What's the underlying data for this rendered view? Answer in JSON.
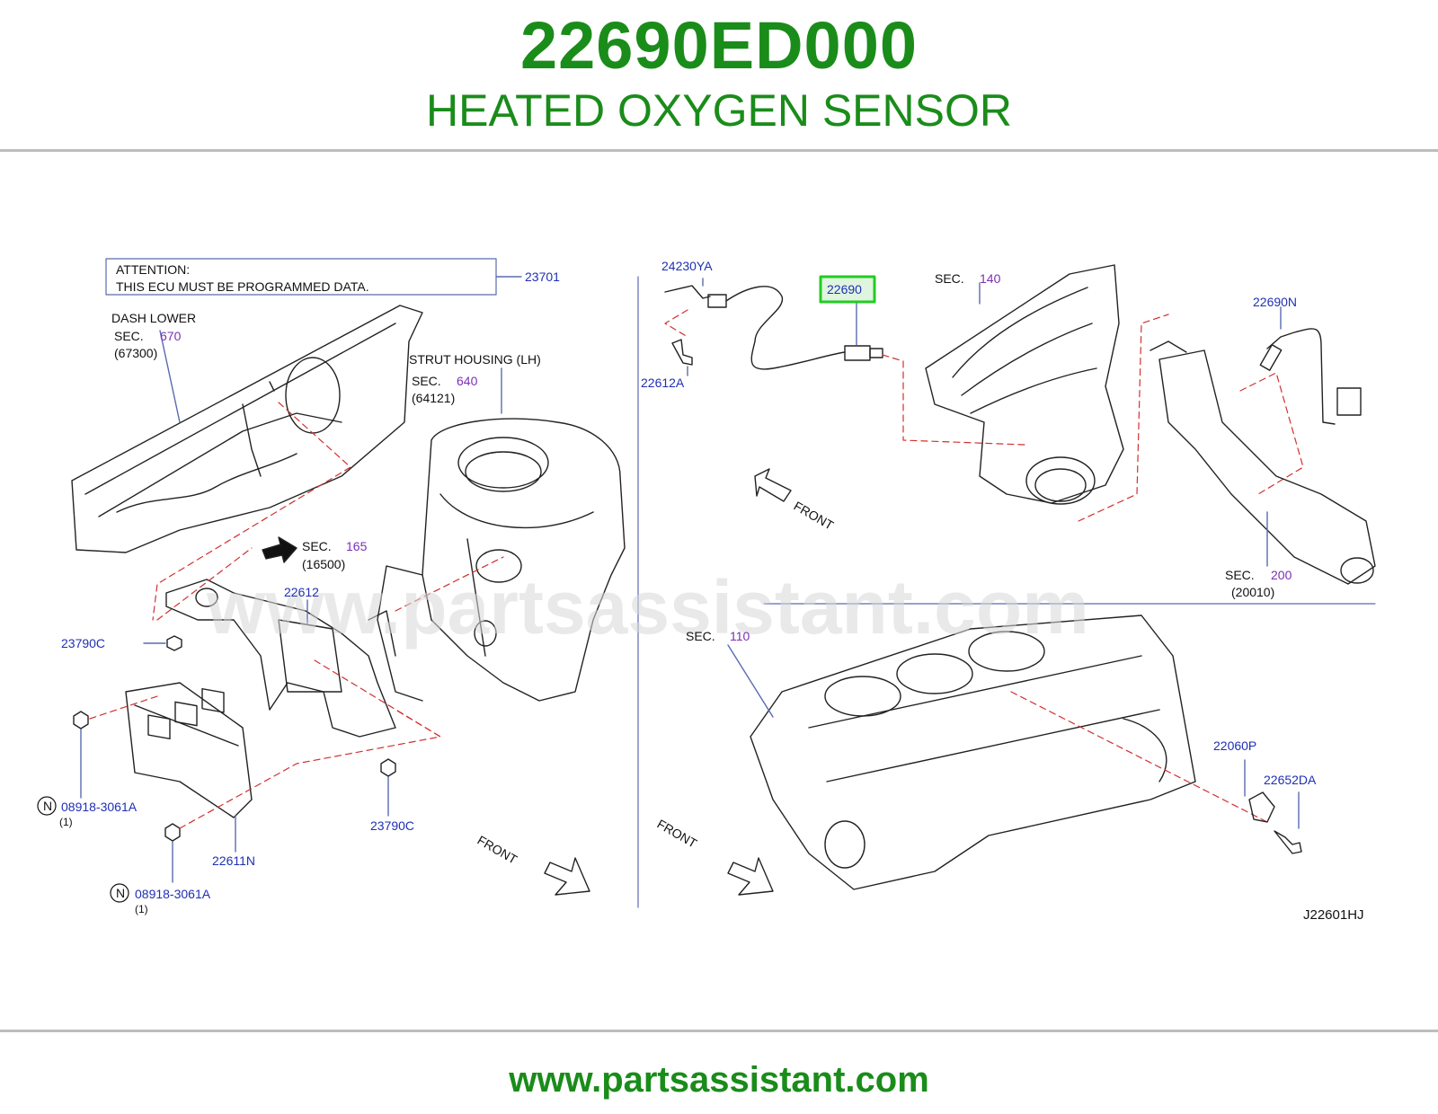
{
  "header": {
    "part_number": "22690ED000",
    "part_name": "HEATED OXYGEN SENSOR"
  },
  "footer": {
    "url": "www.partsassistant.com"
  },
  "watermark": "www.partsassistant.com",
  "colors": {
    "brand_green": "#1a8c1a",
    "part_blue": "#1f2fb5",
    "sec_purple": "#7a2fb5",
    "highlight": "#22cc22"
  },
  "diagram": {
    "attention_line1": "ATTENTION:",
    "attention_line2": "THIS   ECU   MUST   BE   PROGRAMMED   DATA.",
    "callout_23701": "23701",
    "dash_lower": "DASH   LOWER",
    "sec_word": "SEC.",
    "sec_670": "670",
    "ref_67300": "(67300)",
    "strut_housing": "STRUT   HOUSING   (LH)",
    "sec_640": "640",
    "ref_64121": "(64121)",
    "sec_165": "165",
    "ref_16500": "(16500)",
    "p_22612": "22612",
    "p_23790c_left": "23790C",
    "p_23790c_right": "23790C",
    "p_08918_a": "08918-3061A",
    "qty_a": "(1)",
    "p_08918_b": "08918-3061A",
    "qty_b": "(1)",
    "n_symbol": "N",
    "p_22611n": "22611N",
    "front": "FRONT",
    "p_24230ya": "24230YA",
    "p_22612a": "22612A",
    "p_22690": "22690",
    "sec_140": "140",
    "p_22690n": "22690N",
    "sec_200": "200",
    "ref_20010": "(20010)",
    "sec_110": "110",
    "p_22060p": "22060P",
    "p_22652da": "22652DA",
    "diagram_code": "J22601HJ"
  }
}
